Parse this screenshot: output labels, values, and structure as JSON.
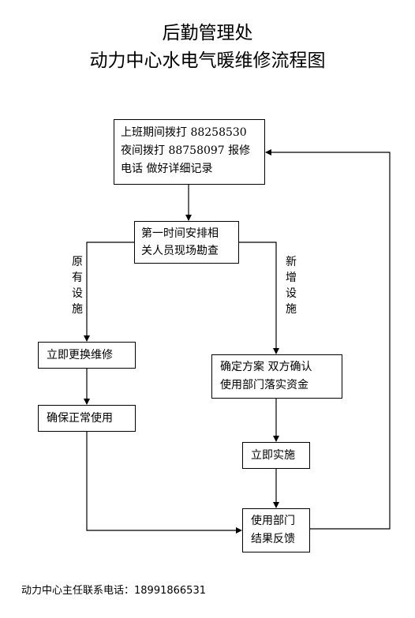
{
  "header": {
    "title_line1": "后勤管理处",
    "title_line2": "动力中心水电气暖维修流程图"
  },
  "steps": {
    "report": [
      "上班期间拨打 88258530",
      "夜间拨打 88758097 报修",
      "电话  做好详细记录"
    ],
    "survey": [
      "第一时间安排相",
      "关人员现场勘查"
    ],
    "replace": "立即更换维修",
    "ensure": "确保正常使用",
    "plan": [
      "确定方案  双方确认",
      "使用部门落实资金"
    ],
    "implement": "立即实施",
    "feedback": [
      "使用部门",
      "结果反馈"
    ]
  },
  "branches": {
    "existing": [
      "原",
      "有",
      "设",
      "施"
    ],
    "new": [
      "新",
      "增",
      "设",
      "施"
    ]
  },
  "footer": {
    "contact": "动力中心主任联系电话：18991866531"
  }
}
